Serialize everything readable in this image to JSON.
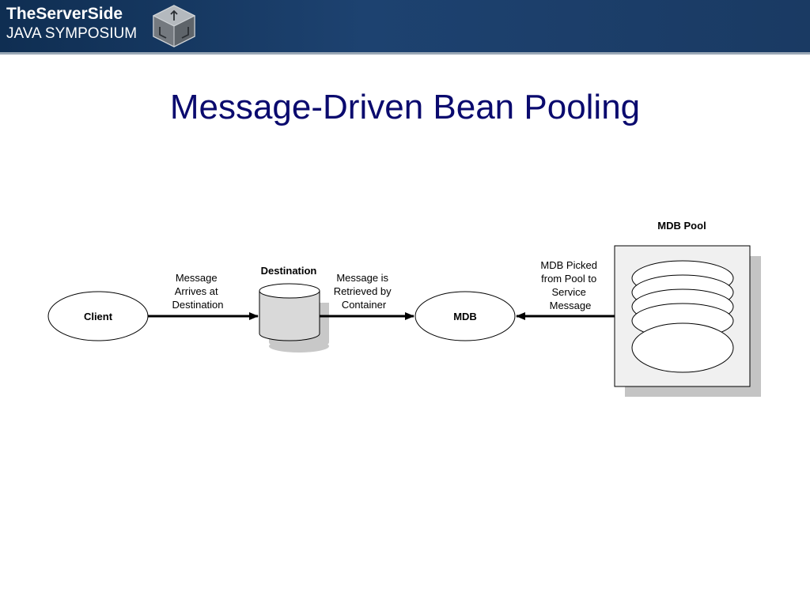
{
  "header": {
    "brand_main": "TheServerSide",
    "brand_sub": "JAVA SYMPOSIUM",
    "logo_icon": "cube-logo-icon",
    "colors": {
      "bar": "#1d4270",
      "text": "#ffffff"
    }
  },
  "slide": {
    "title": "Message-Driven Bean Pooling",
    "title_color": "#0a0a6e"
  },
  "diagram": {
    "nodes": {
      "client": "Client",
      "destination": "Destination",
      "mdb": "MDB",
      "pool": "MDB Pool"
    },
    "edges": {
      "client_to_destination": [
        "Message",
        "Arrives at",
        "Destination"
      ],
      "destination_to_mdb": [
        "Message is",
        "Retrieved by",
        "Container"
      ],
      "pool_to_mdb": [
        "MDB Picked",
        "from Pool to",
        "Service",
        "Message"
      ]
    }
  }
}
